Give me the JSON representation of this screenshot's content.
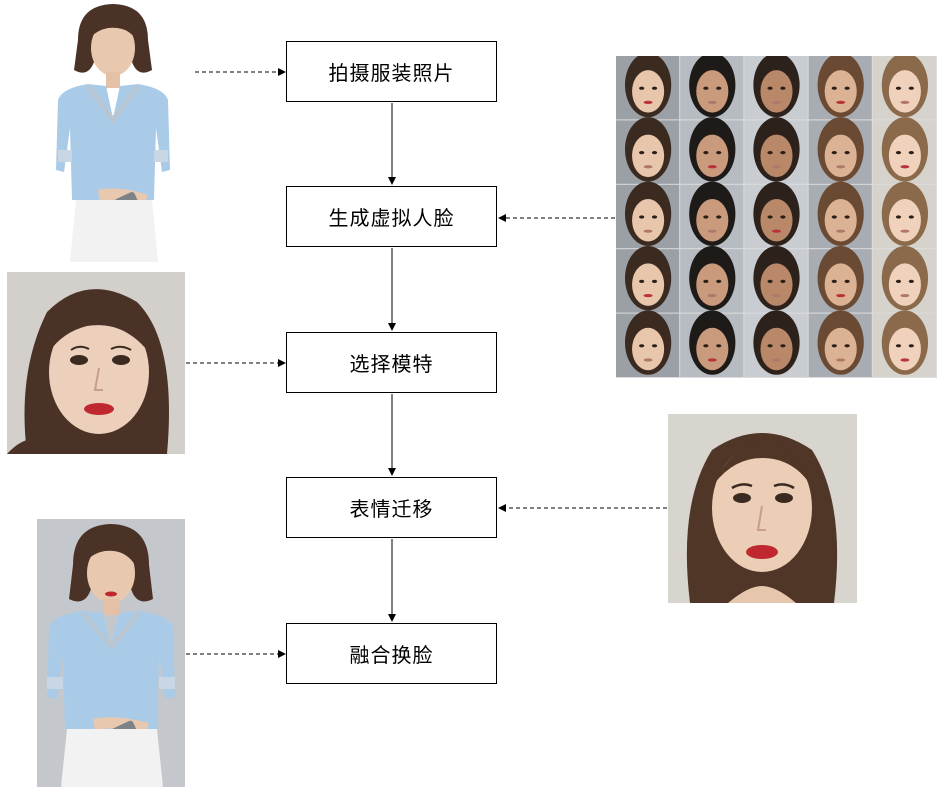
{
  "steps": [
    {
      "label": "拍摄服装照片"
    },
    {
      "label": "生成虚拟人脸"
    },
    {
      "label": "选择模特"
    },
    {
      "label": "表情迁移"
    },
    {
      "label": "融合换脸"
    }
  ],
  "images": {
    "garment_photo": "woman-in-blue-blouse-photo",
    "face_grid": "generated-faces-grid-5x5",
    "selected_model": "selected-model-portrait",
    "expression_target": "expression-transferred-portrait",
    "final_result": "face-swapped-garment-photo"
  },
  "colors": {
    "blouse": "#a9cbe8",
    "hair": "#4a3326",
    "skin": "#e9c8b0",
    "lips": "#c0282f",
    "line": "#000000"
  }
}
